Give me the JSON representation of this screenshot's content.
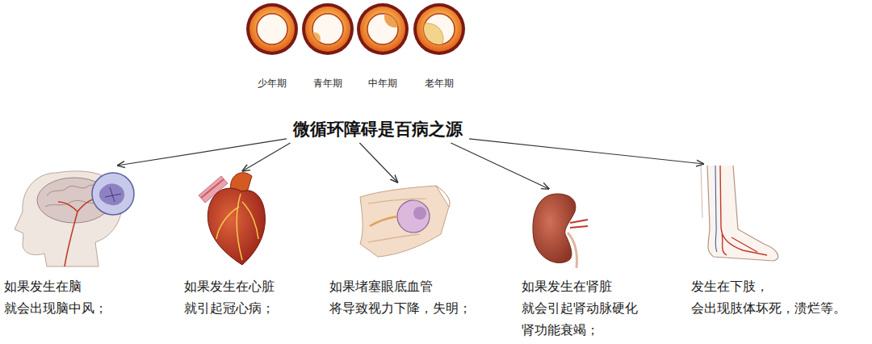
{
  "diagram": {
    "nodes": [
      {
        "text": [
          "微循环障碍是百病之源"
        ]
      },
      {
        "text": [
          "如果发生在脑 就会出现脑中风；"
        ]
      },
      {
        "text": [
          "如果发生在心脏 就引起冠心病；"
        ]
      },
      {
        "text": [
          "如果堵塞眼底血管 将导致视力下降，失明；"
        ]
      },
      {
        "text": [
          "如果发生在肾脏 就会引起肾动脉硬化 肾功能衰竭；"
        ]
      },
      {
        "text": [
          "发生在下肢， 会出现肢体坏死，溃烂等。"
        ]
      }
    ],
    "edges": [
      {
        "from": 0,
        "to": 1,
        "arrow": "to"
      },
      {
        "from": 0,
        "to": 2,
        "arrow": "to"
      },
      {
        "from": 0,
        "to": 3,
        "arrow": "to"
      },
      {
        "from": 0,
        "to": 4,
        "arrow": "to"
      },
      {
        "from": 0,
        "to": 5,
        "arrow": "to"
      }
    ],
    "labels": [
      "少年期",
      "青年期",
      "中年期",
      "老年期"
    ]
  }
}
